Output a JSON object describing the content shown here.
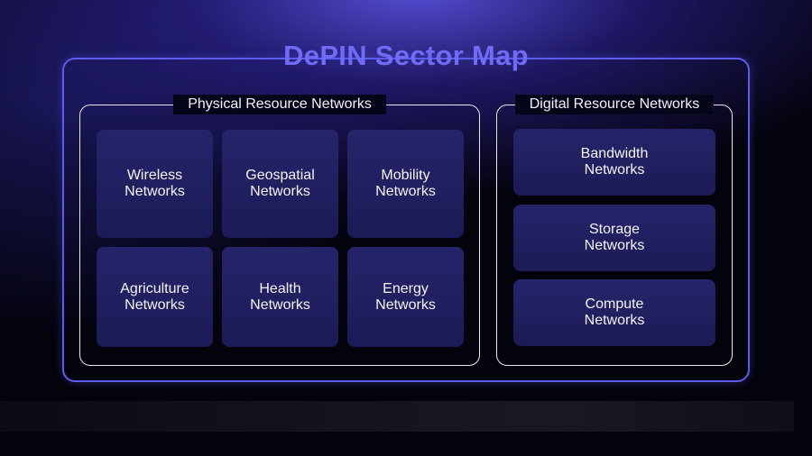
{
  "title": "DePIN Sector Map",
  "groups": {
    "physical": {
      "label": "Physical Resource Networks",
      "cells": [
        {
          "line1": "Wireless",
          "line2": "Networks"
        },
        {
          "line1": "Geospatial",
          "line2": "Networks"
        },
        {
          "line1": "Mobility",
          "line2": "Networks"
        },
        {
          "line1": "Agriculture",
          "line2": "Networks"
        },
        {
          "line1": "Health",
          "line2": "Networks"
        },
        {
          "line1": "Energy",
          "line2": "Networks"
        }
      ]
    },
    "digital": {
      "label": "Digital Resource Networks",
      "cells": [
        {
          "line1": "Bandwidth",
          "line2": "Networks"
        },
        {
          "line1": "Storage",
          "line2": "Networks"
        },
        {
          "line1": "Compute",
          "line2": "Networks"
        }
      ]
    }
  },
  "colors": {
    "accent": "#5d5cf0",
    "cell_background": "#22215f",
    "page_background": "#03030b"
  }
}
